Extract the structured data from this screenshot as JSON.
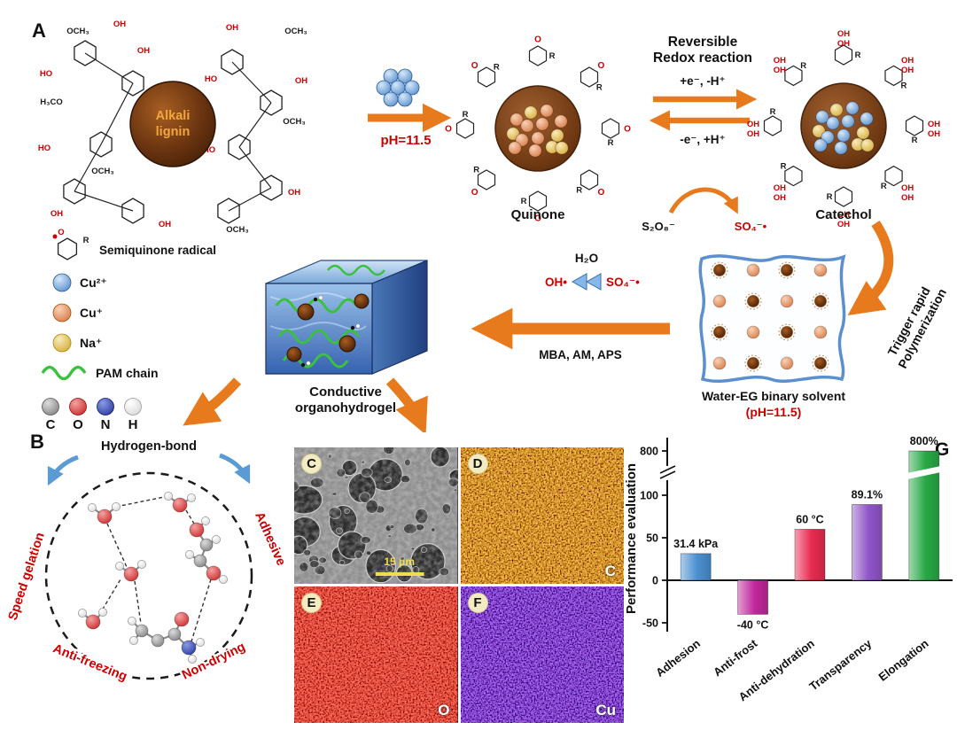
{
  "panelA": {
    "label": "A",
    "lignin_core_line1": "Alkali",
    "lignin_core_line2": "lignin",
    "ph_condition": "pH=11.5",
    "quinone_label": "Quinone",
    "redox_line1": "Reversible",
    "redox_line2": "Redox reaction",
    "redox_forward": "+e⁻, -H⁺",
    "redox_backward": "-e⁻, +H⁺",
    "catechol_label": "Catechol",
    "persulfate": "S₂O₈⁻",
    "sulfate_radical": "SO₄⁻•",
    "trigger_line1": "Trigger rapid",
    "trigger_line2": "Polymerization",
    "solvent_label": "Water-EG binary solvent",
    "solvent_ph": "(pH=11.5)",
    "water": "H₂O",
    "hydroxyl_radical": "OH•",
    "sulfate_radical_2": "SO₄⁻•",
    "initiators": "MBA, AM, APS",
    "gel_line1": "Conductive",
    "gel_line2": "organohydrogel",
    "legend": {
      "semiquinone": "Semiquinone radical",
      "cu2": "Cu²⁺",
      "cu1": "Cu⁺",
      "na": "Na⁺",
      "pam": "PAM chain",
      "atom_c": "C",
      "atom_o": "O",
      "atom_n": "N",
      "atom_h": "H"
    },
    "chem": {
      "oh": "OH",
      "ho": "HO",
      "och3": "OCH₃",
      "h3co": "H₃CO",
      "o": "O",
      "r": "R"
    },
    "colors": {
      "arrow_orange": "#e87a1e",
      "highlight_red": "#cc0000",
      "cu2_blue": "#5b9bd5",
      "cu1_orange": "#dd7a3c",
      "na_yellow": "#ddb02a",
      "pam_green": "#3cc040"
    }
  },
  "panelB": {
    "label": "B",
    "center_top": "Hydrogen-bond",
    "left": "Speed gelation",
    "right": "Adhesive",
    "bottom_left": "Anti-freezing",
    "bottom_right": "Non-drying"
  },
  "micrographs": {
    "c": {
      "label": "C",
      "scale_bar": "15 μm"
    },
    "d": {
      "label": "D",
      "element": "C"
    },
    "e": {
      "label": "E",
      "element": "O"
    },
    "f": {
      "label": "F",
      "element": "Cu"
    }
  },
  "panelG": {
    "label": "G"
  },
  "chart_data": {
    "type": "bar",
    "title": "",
    "ylabel": "Performance evaluation",
    "xlabel": "",
    "categories": [
      "Adhesion",
      "Anti-frost",
      "Anti-dehydration",
      "Transparency",
      "Elongation"
    ],
    "values": [
      31.4,
      -40,
      60,
      89.1,
      800
    ],
    "value_labels": [
      "31.4 kPa",
      "-40 °C",
      "60 °C",
      "89.1%",
      "800%"
    ],
    "bar_colors": [
      "#4a8fd0",
      "#c0289c",
      "#e82a50",
      "#9055c8",
      "#28a845"
    ],
    "yticks": [
      -50,
      0,
      50,
      100,
      800
    ],
    "ylim": [
      -75,
      850
    ],
    "axis_break": [
      110,
      790
    ],
    "grid": false,
    "legend_position": "none"
  }
}
